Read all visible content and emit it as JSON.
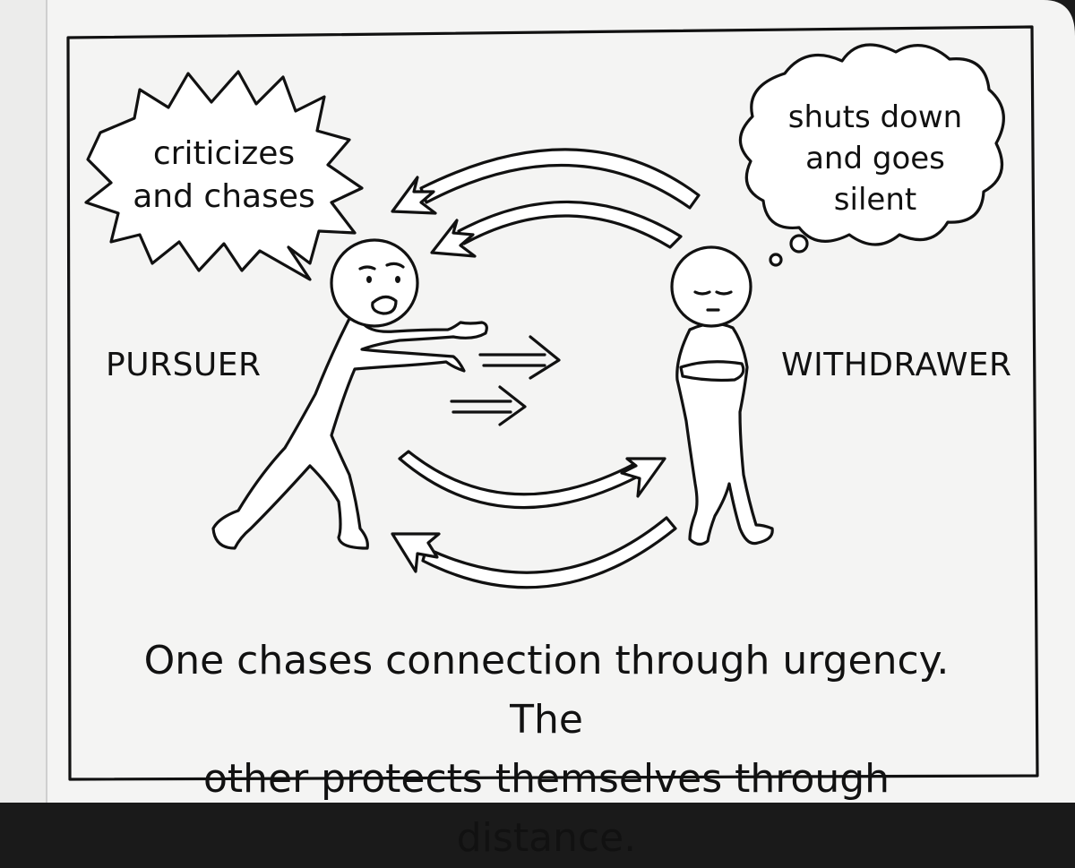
{
  "bubbles": {
    "pursuer_speech": [
      "criticizes",
      "and chases"
    ],
    "withdrawer_thought": [
      "shuts down",
      "and goes",
      "silent"
    ]
  },
  "labels": {
    "pursuer": "PURSUER",
    "withdrawer": "WITHDRAWER"
  },
  "caption": {
    "line1": "One chases connection through urgency. The",
    "line2": "other protects themselves through distance."
  }
}
